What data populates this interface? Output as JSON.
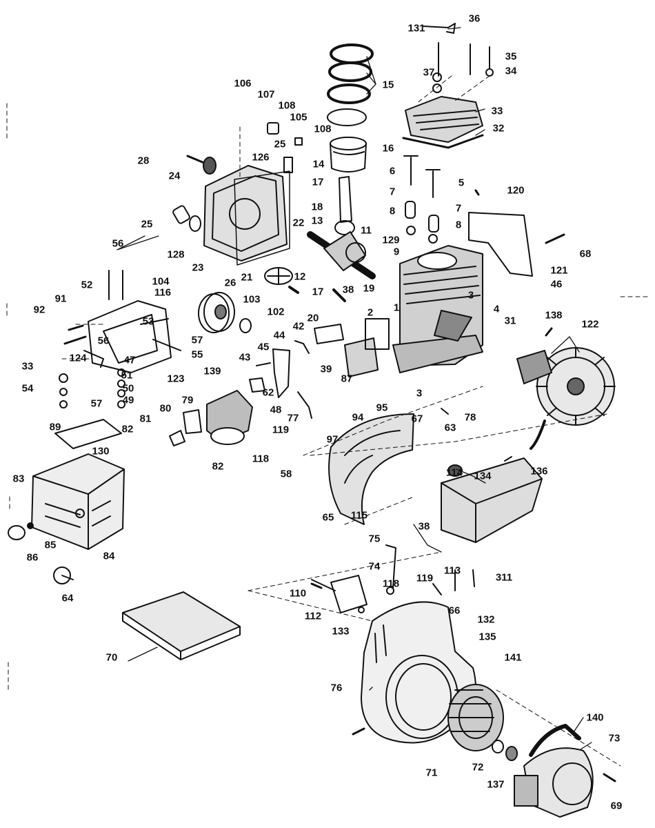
{
  "figure": {
    "colors": {
      "ink": "#111111",
      "paper": "#ffffff"
    },
    "parts": [
      "131",
      "36",
      "35",
      "34",
      "37",
      "15",
      "33",
      "32",
      "106",
      "107",
      "108",
      "105",
      "108",
      "16",
      "28",
      "24",
      "126",
      "25",
      "14",
      "6",
      "5",
      "7",
      "7",
      "8",
      "8",
      "120",
      "17",
      "18",
      "13",
      "22",
      "11",
      "129",
      "9",
      "25",
      "128",
      "23",
      "26",
      "21",
      "12",
      "56",
      "104",
      "116",
      "52",
      "91",
      "92",
      "53",
      "56",
      "57",
      "55",
      "33",
      "124",
      "47",
      "51",
      "50",
      "54",
      "57",
      "49",
      "123",
      "103",
      "102",
      "42",
      "17",
      "19",
      "20",
      "38",
      "2",
      "1",
      "3",
      "4",
      "31",
      "138",
      "122",
      "68",
      "121",
      "46",
      "45",
      "44",
      "43",
      "39",
      "87",
      "139",
      "62",
      "48",
      "3",
      "77",
      "79",
      "80",
      "81",
      "82",
      "130",
      "89",
      "119",
      "118",
      "58",
      "97",
      "94",
      "95",
      "67",
      "63",
      "78",
      "82",
      "83",
      "84",
      "85",
      "86",
      "64",
      "65",
      "115",
      "114",
      "134",
      "136",
      "38",
      "75",
      "74",
      "118",
      "119",
      "113",
      "311",
      "110",
      "112",
      "133",
      "66",
      "132",
      "135",
      "141",
      "70",
      "76",
      "71",
      "72",
      "137",
      "140",
      "73",
      "69"
    ]
  }
}
